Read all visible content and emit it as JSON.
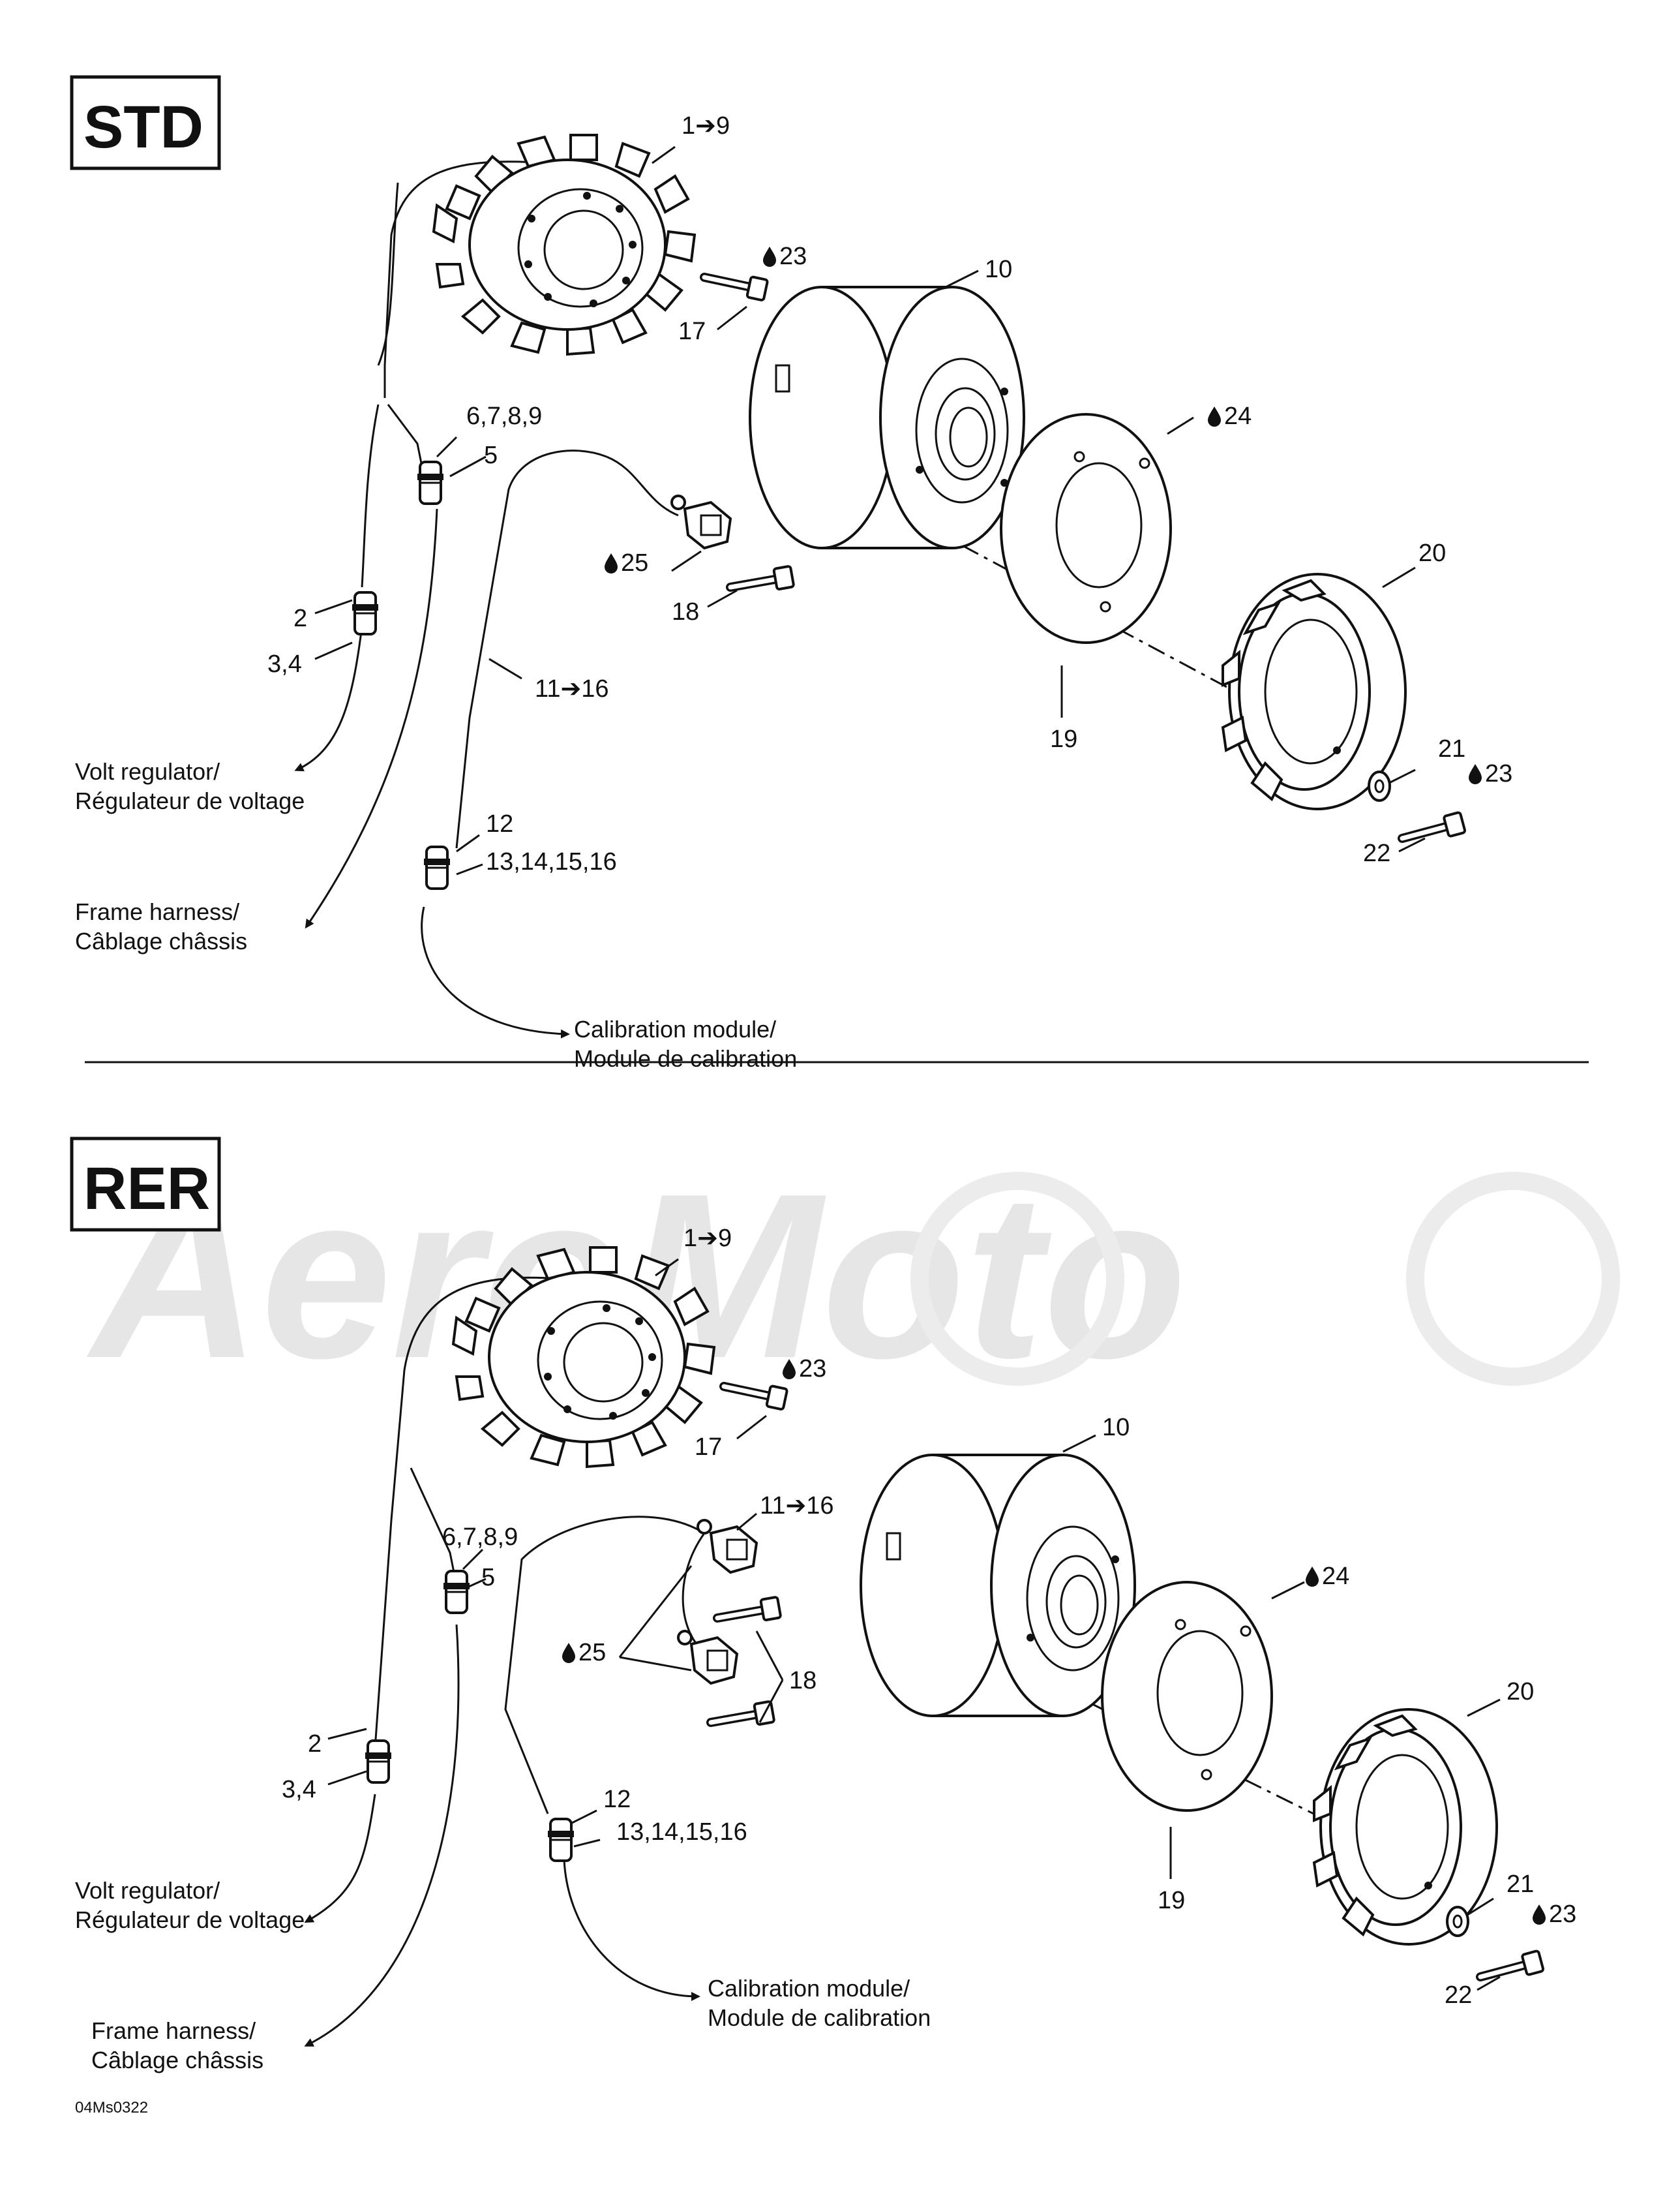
{
  "watermark": "AeroMoto",
  "footer_code": "04Ms0322",
  "sections": [
    {
      "id": "std",
      "title": "STD",
      "labels": {
        "stator": "1➔9",
        "screw_17": "17",
        "loctite_23a": "23",
        "rotor": "10",
        "loctite_24": "24",
        "connector_6789": "6,7,8,9",
        "connector_5": "5",
        "loctite_25": "25",
        "screw_18": "18",
        "sensor_harness": "11➔16",
        "connector_2": "2",
        "connector_34": "3,4",
        "ring_19": "19",
        "gear_20": "20",
        "washer_21": "21",
        "loctite_23b": "23",
        "bolt_22": "22",
        "connector_12": "12",
        "connector_1316": "13,14,15,16"
      },
      "destinations": {
        "volt_en": "Volt regulator/",
        "volt_fr": "Régulateur de voltage",
        "frame_en": "Frame harness/",
        "frame_fr": "Câblage châssis",
        "calib_en": "Calibration module/",
        "calib_fr": "Module de calibration"
      }
    },
    {
      "id": "rer",
      "title": "RER",
      "labels": {
        "stator": "1➔9",
        "screw_17": "17",
        "loctite_23a": "23",
        "rotor": "10",
        "sensor_harness": "11➔16",
        "connector_6789": "6,7,8,9",
        "connector_5": "5",
        "loctite_24": "24",
        "loctite_25": "25",
        "screw_18": "18",
        "connector_2": "2",
        "connector_34": "3,4",
        "connector_12": "12",
        "connector_1316": "13,14,15,16",
        "gear_20": "20",
        "ring_19": "19",
        "washer_21": "21",
        "loctite_23b": "23",
        "bolt_22": "22"
      },
      "destinations": {
        "volt_en": "Volt regulator/",
        "volt_fr": "Régulateur de voltage",
        "calib_en": "Calibration module/",
        "calib_fr": "Module de calibration",
        "frame_en": "Frame harness/",
        "frame_fr": "Câblage châssis"
      }
    }
  ]
}
